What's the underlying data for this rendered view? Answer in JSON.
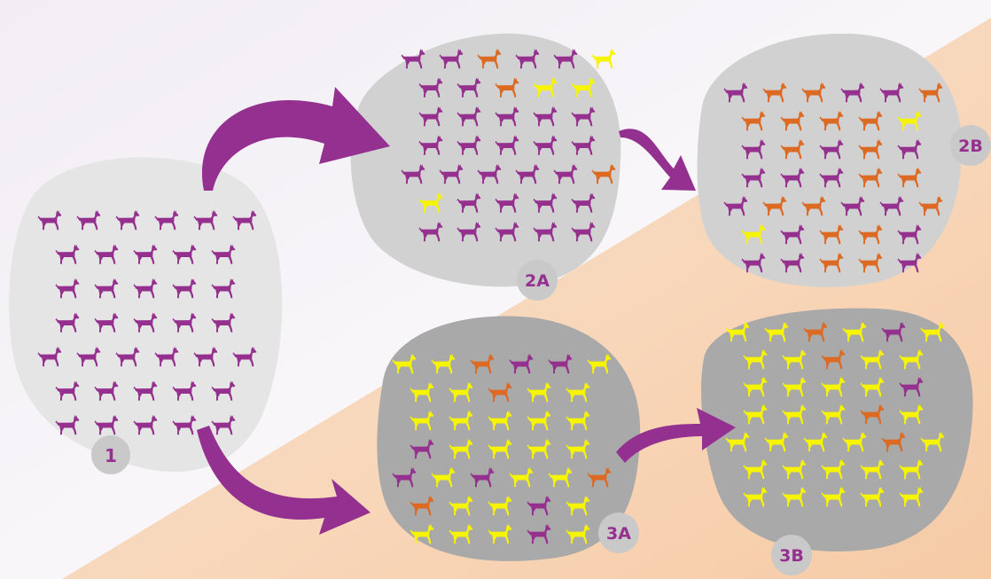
{
  "colors": {
    "purple": "#96308f",
    "orange": "#dc6a23",
    "yellow": "#f7f400",
    "arrow": "#94308f",
    "blob_light": "#e5e5e5",
    "blob_mid": "#d0d0d0",
    "blob_dark": "#a8a8a8",
    "badge": "#c9c9ca",
    "badge_text": "#96308f",
    "peach": "#f8d8bd"
  },
  "icon": "dog-silhouette-icon",
  "populations": [
    {
      "id": "1",
      "label": "1",
      "rows": [
        [
          "p",
          "p",
          "p",
          "p",
          "p",
          "p"
        ],
        [
          "p",
          "p",
          "p",
          "p",
          "p"
        ],
        [
          "p",
          "p",
          "p",
          "p",
          "p"
        ],
        [
          "p",
          "p",
          "p",
          "p",
          "p"
        ],
        [
          "p",
          "p",
          "p",
          "p",
          "p",
          "p"
        ],
        [
          "p",
          "p",
          "p",
          "p",
          "p"
        ],
        [
          "p",
          "p",
          "p",
          "p",
          "p"
        ]
      ]
    },
    {
      "id": "2A",
      "label": "2A",
      "rows": [
        [
          "p",
          "p",
          "o",
          "p",
          "p",
          "y"
        ],
        [
          "p",
          "p",
          "o",
          "y",
          "y"
        ],
        [
          "p",
          "p",
          "p",
          "p",
          "p"
        ],
        [
          "p",
          "p",
          "p",
          "p",
          "p"
        ],
        [
          "p",
          "p",
          "p",
          "p",
          "p",
          "o"
        ],
        [
          "y",
          "p",
          "p",
          "p",
          "p"
        ],
        [
          "p",
          "p",
          "p",
          "p",
          "p"
        ]
      ]
    },
    {
      "id": "2B",
      "label": "2B",
      "rows": [
        [
          "p",
          "o",
          "o",
          "p",
          "p",
          "o"
        ],
        [
          "o",
          "o",
          "o",
          "o",
          "y"
        ],
        [
          "p",
          "o",
          "p",
          "o",
          "p"
        ],
        [
          "p",
          "p",
          "p",
          "o",
          "o"
        ],
        [
          "p",
          "o",
          "o",
          "p",
          "p",
          "o"
        ],
        [
          "y",
          "p",
          "o",
          "o",
          "p"
        ],
        [
          "p",
          "p",
          "o",
          "o",
          "p"
        ]
      ]
    },
    {
      "id": "3A",
      "label": "3A",
      "rows": [
        [
          "y",
          "y",
          "o",
          "p",
          "p",
          "y"
        ],
        [
          "y",
          "y",
          "o",
          "y",
          "y"
        ],
        [
          "y",
          "y",
          "y",
          "y",
          "y"
        ],
        [
          "p",
          "y",
          "y",
          "y",
          "y"
        ],
        [
          "p",
          "y",
          "p",
          "y",
          "y",
          "o"
        ],
        [
          "o",
          "y",
          "y",
          "p",
          "y"
        ],
        [
          "y",
          "y",
          "y",
          "p",
          "y"
        ]
      ]
    },
    {
      "id": "3B",
      "label": "3B",
      "rows": [
        [
          "y",
          "y",
          "o",
          "y",
          "p",
          "y"
        ],
        [
          "y",
          "y",
          "o",
          "y",
          "y"
        ],
        [
          "y",
          "y",
          "y",
          "y",
          "p"
        ],
        [
          "y",
          "y",
          "y",
          "o",
          "y"
        ],
        [
          "y",
          "y",
          "y",
          "y",
          "o",
          "y"
        ],
        [
          "y",
          "y",
          "y",
          "y",
          "y"
        ],
        [
          "y",
          "y",
          "y",
          "y",
          "y"
        ]
      ]
    }
  ]
}
